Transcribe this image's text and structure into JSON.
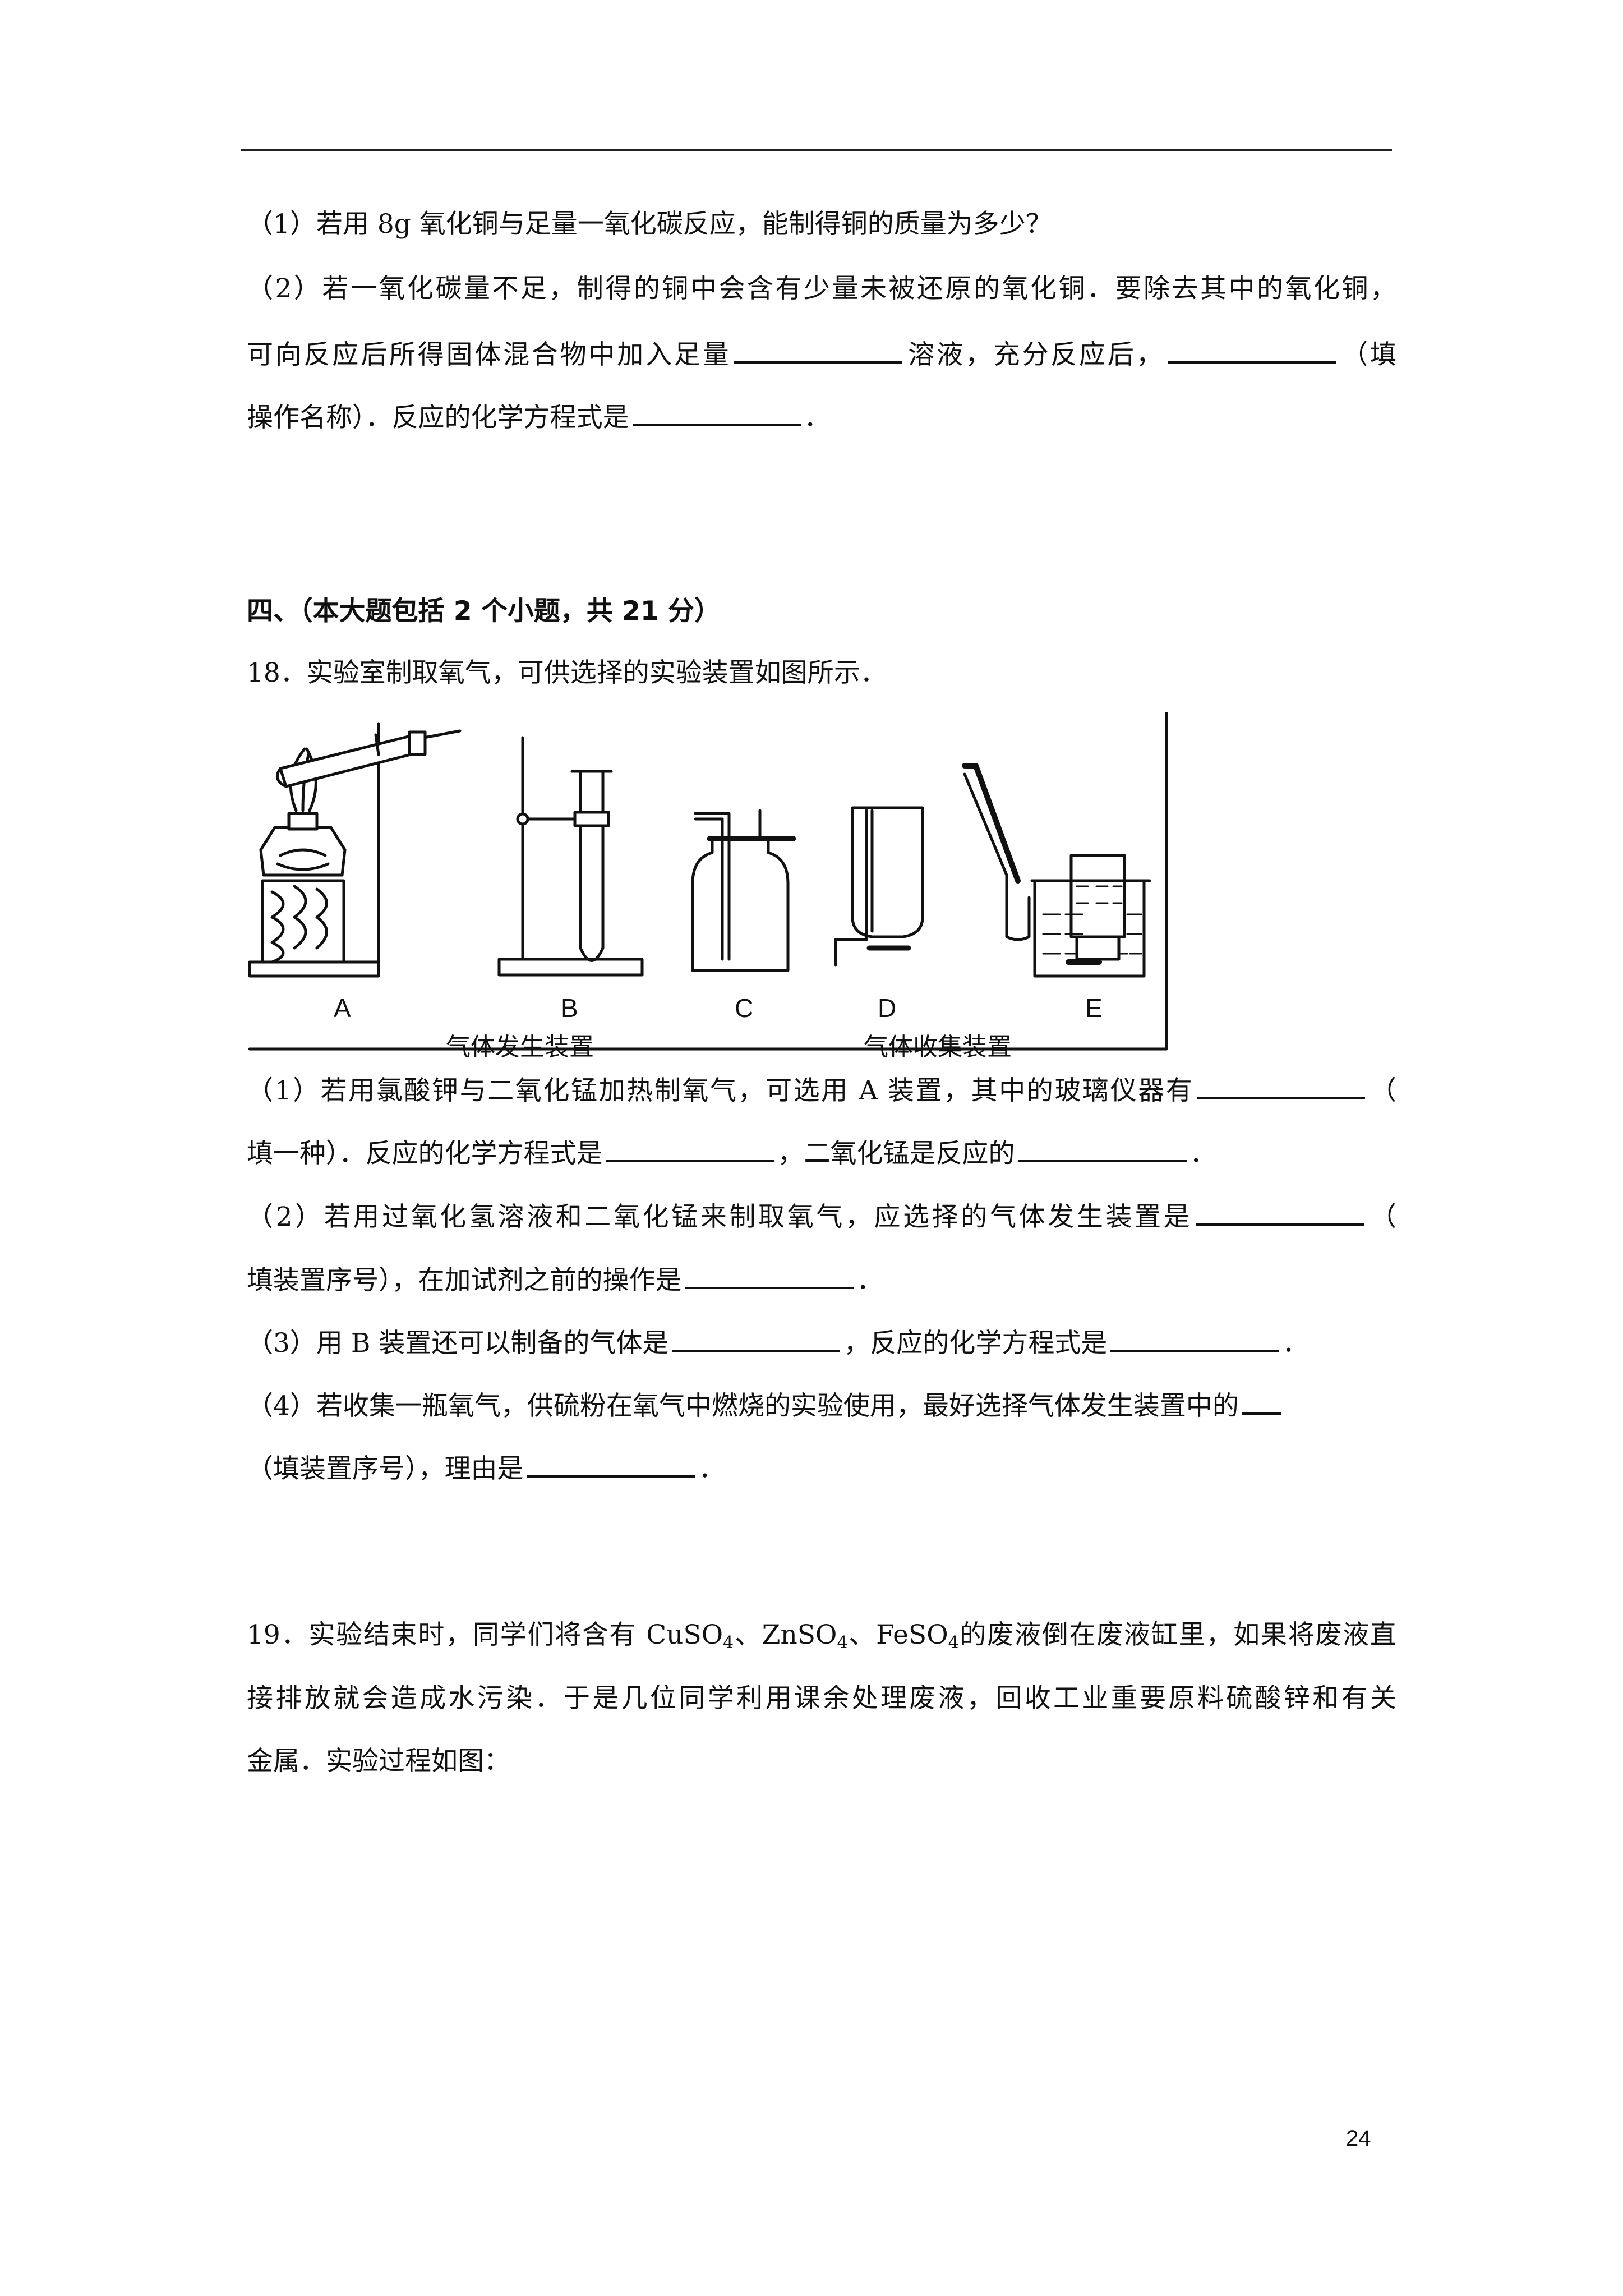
{
  "q17": {
    "p1": "（1）若用 8g 氧化铜与足量一氧化碳反应，能制得铜的质量为多少？",
    "p2_line1": "（2）若一氧化碳量不足，制得的铜中会含有少量未被还原的氧化铜．要除去其中的氧化铜，",
    "p2_line2a": "可向反应后所得固体混合物中加入足量",
    "p2_line2b": "溶液，充分反应后，",
    "p2_line2c": "（填",
    "p2_line3a": "操作名称）．反应的化学方程式是",
    "p2_line3b": "．"
  },
  "section4": {
    "heading": "四、（本大题包括 2 个小题，共 21 分）"
  },
  "q18": {
    "stem": "18．实验室制取氧气，可供选择的实验装置如图所示．",
    "figure": {
      "labels": [
        "A",
        "B",
        "C",
        "D",
        "E"
      ],
      "caption_generation": "气体发生装置",
      "caption_collection": "气体收集装置"
    },
    "p1_line1a": "（1）若用氯酸钾与二氧化锰加热制氧气，可选用 A 装置，其中的玻璃仪器有",
    "p1_line1b": "（",
    "p1_line2a": "填一种）．反应的化学方程式是",
    "p1_line2b": "，二氧化锰是反应的",
    "p1_line2c": "．",
    "p2_line1a": "（2）若用过氧化氢溶液和二氧化锰来制取氧气，应选择的气体发生装置是",
    "p2_line1b": "（",
    "p2_line2a": "填装置序号），在加试剂之前的操作是",
    "p2_line2b": "．",
    "p3a": "（3）用 B 装置还可以制备的气体是",
    "p3b": "，反应的化学方程式是",
    "p3c": "．",
    "p4_line1": "（4）若收集一瓶氧气，供硫粉在氧气中燃烧的实验使用，最好选择气体发生装置中的",
    "p4_line2a": "（填装置序号），理由是",
    "p4_line2b": "．"
  },
  "q19": {
    "line1a": "19．实验结束时，同学们将含有 CuSO",
    "sub4": "4",
    "sep": "、ZnSO",
    "sep2": "、FeSO",
    "line1e": "的废液倒在废液缸里，如果将废液直",
    "line2": "接排放就会造成水污染．于是几位同学利用课余处理废液，回收工业重要原料硫酸锌和有关",
    "line3": "金属．实验过程如图："
  },
  "page_number": "24"
}
